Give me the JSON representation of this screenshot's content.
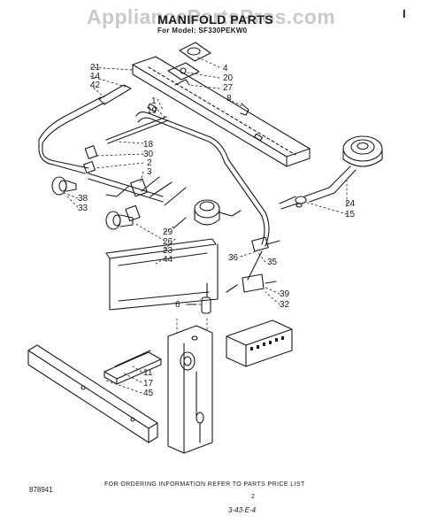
{
  "watermark": "AppliancePartsPros.com",
  "title": "MANIFOLD PARTS",
  "model_line": "For Model: SF330PEKW0",
  "page_mark": "I",
  "footer_note": "FOR ORDERING INFORMATION REFER TO PARTS PRICE LIST",
  "doc_number": "878941",
  "page_number": "2",
  "code": "3-43-E-4",
  "callouts": [
    {
      "id": "21"
    },
    {
      "id": "14"
    },
    {
      "id": "42"
    },
    {
      "id": "1"
    },
    {
      "id": "19"
    },
    {
      "id": "4"
    },
    {
      "id": "20"
    },
    {
      "id": "27"
    },
    {
      "id": "8"
    },
    {
      "id": "18"
    },
    {
      "id": "30"
    },
    {
      "id": "2"
    },
    {
      "id": "3"
    },
    {
      "id": "38"
    },
    {
      "id": "33"
    },
    {
      "id": "29"
    },
    {
      "id": "26"
    },
    {
      "id": "23"
    },
    {
      "id": "44"
    },
    {
      "id": "24"
    },
    {
      "id": "15"
    },
    {
      "id": "36"
    },
    {
      "id": "35"
    },
    {
      "id": "6"
    },
    {
      "id": "39"
    },
    {
      "id": "32"
    },
    {
      "id": "11"
    },
    {
      "id": "17"
    },
    {
      "id": "45"
    }
  ]
}
